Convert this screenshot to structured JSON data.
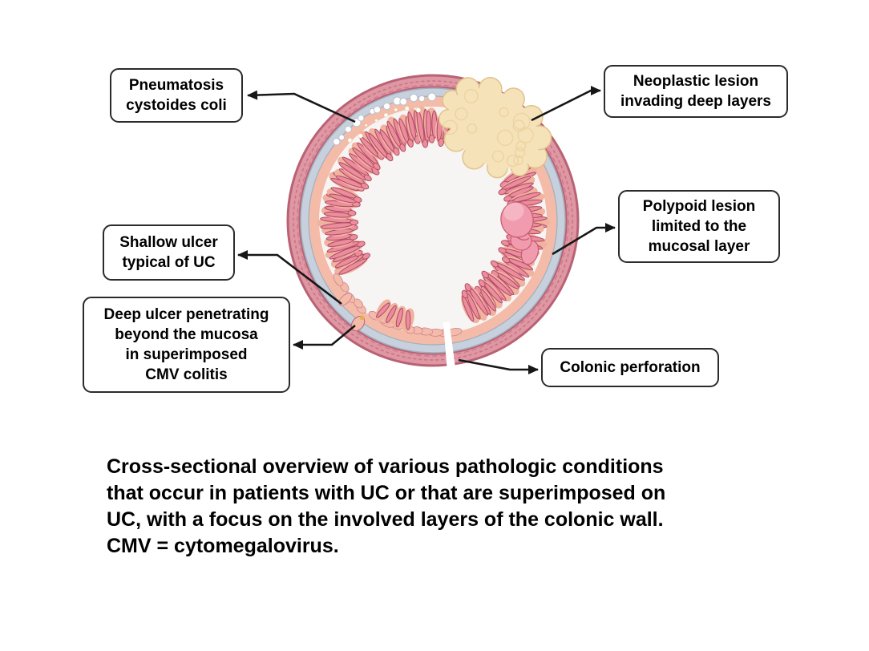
{
  "figure": {
    "type": "medical-diagram",
    "subject": "Cross-section of colonic wall showing pathologic conditions in ulcerative colitis",
    "labels": [
      {
        "id": "pneumatosis",
        "lines": [
          "Pneumatosis",
          "cystoides coli"
        ]
      },
      {
        "id": "neoplastic-lesion",
        "lines": [
          "Neoplastic lesion",
          "invading deep layers"
        ]
      },
      {
        "id": "polypoid-lesion",
        "lines": [
          "Polypoid lesion",
          "limited to the",
          "mucosal layer"
        ]
      },
      {
        "id": "shallow-ulcer",
        "lines": [
          "Shallow ulcer",
          "typical of UC"
        ]
      },
      {
        "id": "deep-ulcer",
        "lines": [
          "Deep ulcer penetrating",
          "beyond the mucosa",
          "in superimposed",
          "CMV colitis"
        ]
      },
      {
        "id": "colonic-perforation",
        "lines": [
          "Colonic perforation"
        ]
      }
    ],
    "caption_lines": [
      "Cross-sectional overview of various pathologic conditions",
      "that occur in patients with UC or that are superimposed on",
      "UC, with a focus on the involved layers of the colonic wall.",
      "CMV = cytomegalovirus."
    ],
    "colors": {
      "background": "#ffffff",
      "muscularis": "#df97a4",
      "muscularis_edge": "#b86274",
      "muscularis_texture": "#c9707f",
      "submucosa": "#c7d1dd",
      "submucosa_edge": "#a2aebe",
      "mucosa": "#f3bba8",
      "mucosa_tuft": "#f1b2a0",
      "crypt": "#ec8c9e",
      "crypt_outline": "#aa4a5e",
      "lumen": "#f6f5f3",
      "neoplastic_lesion": "#f6e2b8",
      "neoplastic_edge": "#e2c28c",
      "neoplastic_texture": "#ecd3a2",
      "polyp": "#f09cae",
      "polyp_light": "#f6bac6",
      "polyp_edge": "#cc5c76",
      "pneumatosis_bubble": "#ffffff",
      "bubble_edge": "#b9c3ce",
      "ulcer_edge": "#cf8492",
      "cmv_inclusion": "#e2b054",
      "leader_line": "#161616",
      "label_border": "#2b2b2b",
      "text": "#000000"
    }
  }
}
